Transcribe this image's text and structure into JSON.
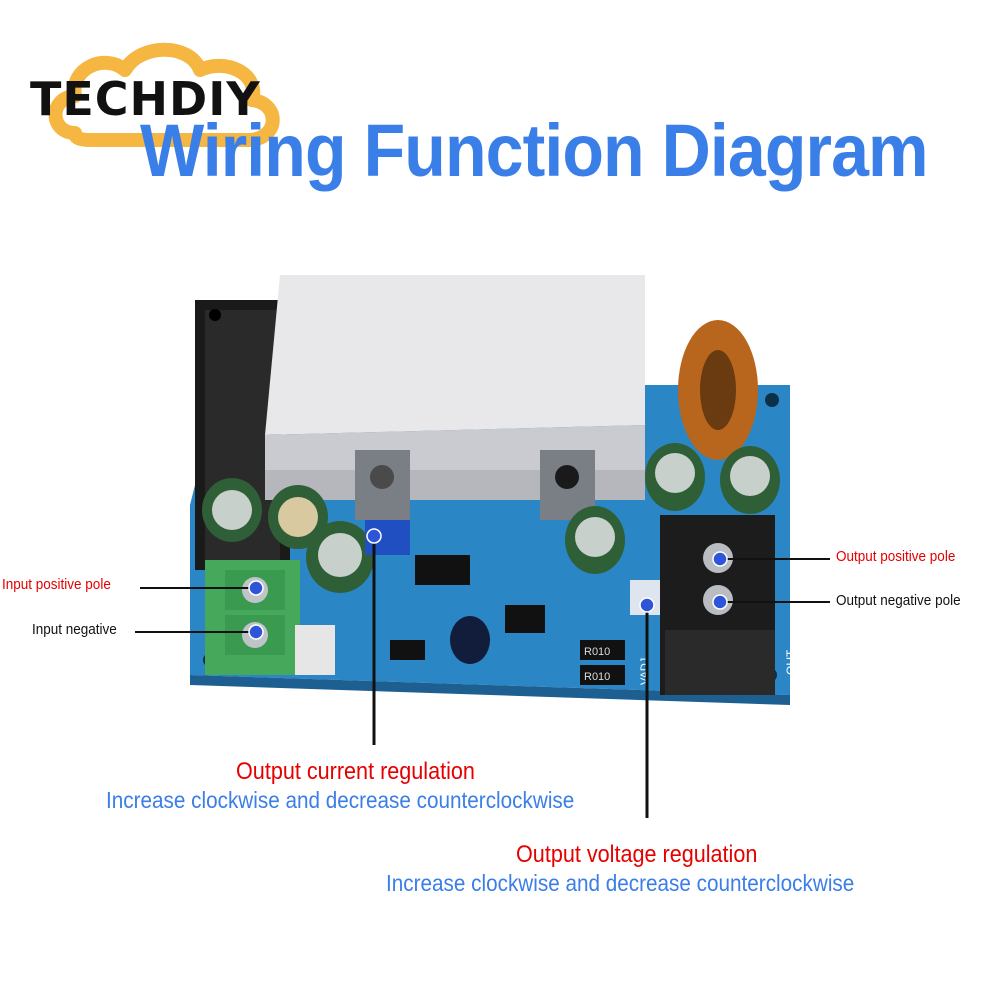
{
  "brand": {
    "name": "TECHDIY",
    "color": "#f5b642"
  },
  "title": "Wiring Function Diagram",
  "labels": {
    "input_positive": "Input positive pole",
    "input_negative": "Input negative",
    "output_positive": "Output positive pole",
    "output_negative": "Output negative pole"
  },
  "current_regulation": {
    "title": "Output current regulation",
    "description": "Increase clockwise and decrease counterclockwise"
  },
  "voltage_regulation": {
    "title": "Output voltage regulation",
    "description": "Increase clockwise and decrease counterclockwise"
  },
  "board": {
    "silkscreen_out": "OUT-",
    "silkscreen_vadj": "VADJ",
    "resistor_1": "R010",
    "resistor_2": "R010"
  },
  "colors": {
    "title": "#3a7ee8",
    "red_label": "#e60000",
    "pcb": "#2b86c5",
    "terminal_green": "#46a85a"
  }
}
